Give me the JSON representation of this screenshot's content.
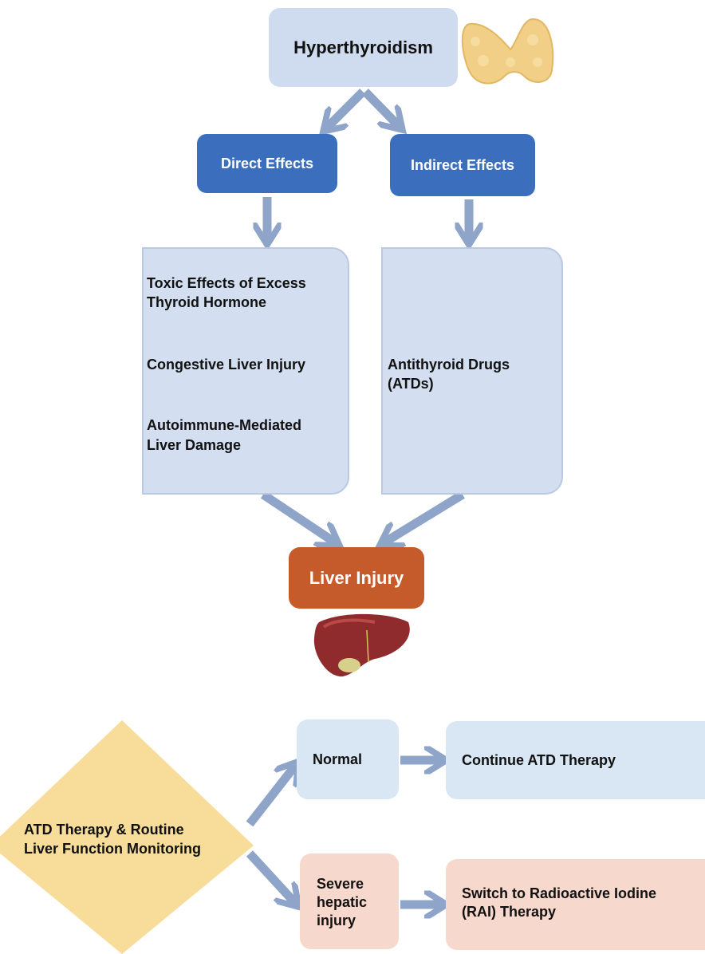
{
  "colors": {
    "arrow": "#8ea4c8",
    "light_blue_box": "#cfdbee",
    "dark_blue_box": "#3b6fbd",
    "liver_injury_box": "#c55a2b",
    "diamond": "#f7dc9a",
    "normal_box": "#d8e7f3",
    "severe_box": "#f7d8cc"
  },
  "top": {
    "hyperthyroidism": "Hyperthyroidism",
    "direct_effects": "Direct Effects",
    "indirect_effects": "Indirect Effects"
  },
  "direct_panel": {
    "item1_line1": "Toxic Effects of Excess",
    "item1_line2": "Thyroid Hormone",
    "item2": "Congestive Liver Injury",
    "item3_line1": "Autoimmune-Mediated",
    "item3_line2": "Liver Damage"
  },
  "indirect_panel": {
    "item1_line1": "Antithyroid Drugs",
    "item1_line2": "(ATDs)"
  },
  "outcome": {
    "liver_injury": "Liver Injury"
  },
  "management": {
    "diamond_line1": "ATD Therapy & Routine",
    "diamond_line2": "Liver Function Monitoring",
    "normal": "Normal",
    "continue": "Continue ATD Therapy",
    "severe_line1": "Severe",
    "severe_line2": "hepatic",
    "severe_line3": "injury",
    "switch_line1": "Switch to Radioactive Iodine",
    "switch_line2": "(RAI) Therapy"
  },
  "icons": [
    "thyroid-icon",
    "skull-crossbones-icon",
    "antibody-icon",
    "pill-bottle-icon",
    "liver-icon",
    "radiation-icon"
  ]
}
